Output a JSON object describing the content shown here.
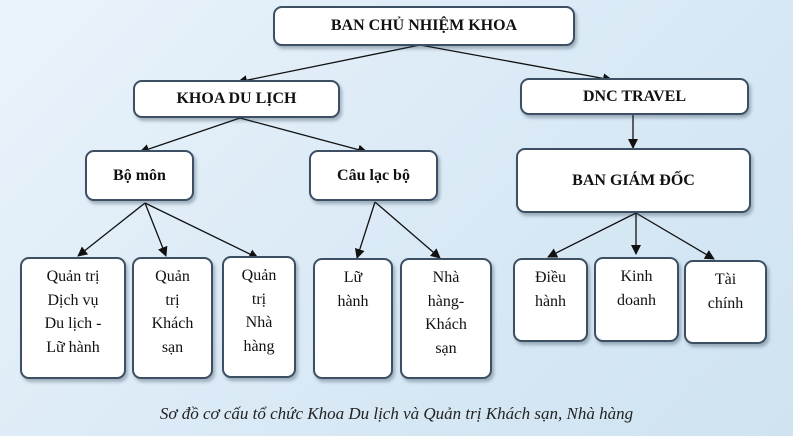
{
  "root": "BAN CHỦ NHIỆM KHOA",
  "khoa": "KHOA DU LỊCH",
  "dnc": "DNC TRAVEL",
  "bo_mon": "Bộ môn",
  "cau_lac_bo": "Câu lạc bộ",
  "ban_giam_doc": "BAN GIÁM ĐỐC",
  "leaves": {
    "dich_vu": [
      "Quản trị",
      "Dịch vụ",
      "Du lịch -",
      "Lữ hành"
    ],
    "khach_san": [
      "Quản",
      "trị",
      "Khách",
      "sạn"
    ],
    "nha_hang": [
      "Quản",
      "trị",
      "Nhà",
      "hàng"
    ],
    "lu_hanh": [
      "Lữ",
      "hành"
    ],
    "nha_hang_ks": [
      "Nhà",
      "hàng-",
      "Khách",
      "sạn"
    ],
    "dieu_hanh": [
      "Điều",
      "hành"
    ],
    "kinh_doanh": [
      "Kinh",
      "doanh"
    ],
    "tai_chinh": [
      "Tài",
      "chính"
    ]
  },
  "caption": "Sơ đồ cơ cấu tổ chức Khoa Du lịch và Quản trị Khách sạn, Nhà hàng"
}
